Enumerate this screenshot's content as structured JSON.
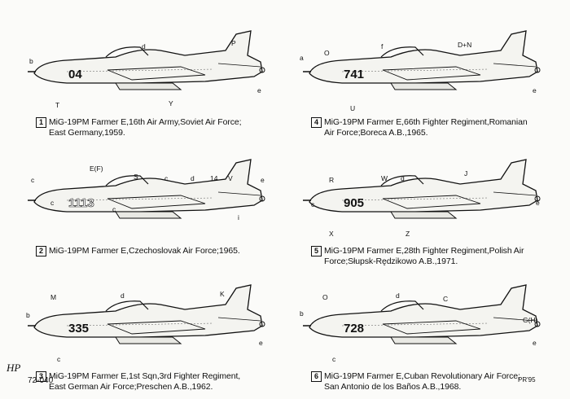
{
  "panels": [
    {
      "number": "1",
      "code": "04",
      "code_color": "#111111",
      "line1": "MiG-19PM Farmer E,16th Air Army,Soviet Air Force;",
      "line2": "East Germany,1959.",
      "markers": [
        "b",
        "d",
        "P",
        "T",
        "Y",
        "e"
      ]
    },
    {
      "number": "4",
      "code": "741",
      "code_color": "#111111",
      "line1": "MiG-19PM Farmer E,66th Fighter Regiment,Romanian",
      "line2": "Air Force;Boreca A.B.,1965.",
      "markers": [
        "a",
        "O",
        "f",
        "D+N",
        "U",
        "e"
      ]
    },
    {
      "number": "2",
      "code": "1113",
      "code_color": "#ffffff",
      "line1": "MiG-19PM Farmer E,Czechoslovak Air Force;1965.",
      "line2": "",
      "markers": [
        "E(F)",
        "S",
        "c",
        "d",
        "14",
        "V",
        "c",
        "e",
        "c",
        "c",
        "i"
      ]
    },
    {
      "number": "5",
      "code": "905",
      "code_color": "#111111",
      "line1": "MiG-19PM Farmer E,28th Fighter Regiment,Polish Air",
      "line2": "Force;Słupsk-Rędzikowo A.B.,1971.",
      "markers": [
        "R",
        "W",
        "d",
        "J",
        "c",
        "X",
        "Z",
        "e"
      ]
    },
    {
      "number": "3",
      "code": "335",
      "code_color": "#111111",
      "line1": "MiG-19PM Farmer E,1st Sqn,3rd Fighter Regiment,",
      "line2": "East German Air Force;Preschen A.B.,1962.",
      "markers": [
        "M",
        "d",
        "K",
        "b",
        "e",
        "c"
      ]
    },
    {
      "number": "6",
      "code": "728",
      "code_color": "#111111",
      "line1": "MiG-19PM Farmer E,Cuban Revolutionary Air Force;",
      "line2": "San Antonio de los Baños A.B.,1968.",
      "markers": [
        "O",
        "d",
        "C",
        "G(H)",
        "b",
        "e",
        "c"
      ]
    }
  ],
  "footer": {
    "logo": "HP",
    "catalog": "72-040",
    "credit": "PR'95"
  }
}
